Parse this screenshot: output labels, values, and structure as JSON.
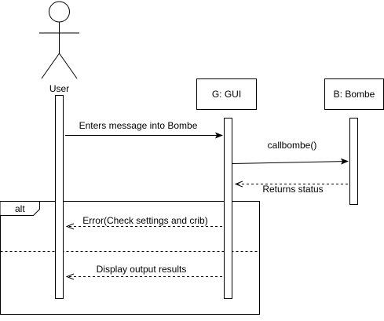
{
  "actors": {
    "user": {
      "label": "User"
    },
    "gui": {
      "label": "G: GUI"
    },
    "bombe": {
      "label": "B: Bombe"
    }
  },
  "messages": [
    {
      "label": "Enters message into Bombe",
      "from": "user",
      "to": "gui",
      "style": "solid"
    },
    {
      "label": "callbombe()",
      "from": "gui",
      "to": "bombe",
      "style": "solid"
    },
    {
      "label": "Returns status",
      "from": "bombe",
      "to": "gui",
      "style": "dashed"
    },
    {
      "label": "Error(Check settings and crib)",
      "from": "gui",
      "to": "user",
      "style": "dashed"
    },
    {
      "label": "Display output results",
      "from": "gui",
      "to": "user",
      "style": "dashed"
    }
  ],
  "fragment": {
    "operator": "alt"
  },
  "colors": {
    "stroke": "#000000",
    "background": "#ffffff"
  }
}
